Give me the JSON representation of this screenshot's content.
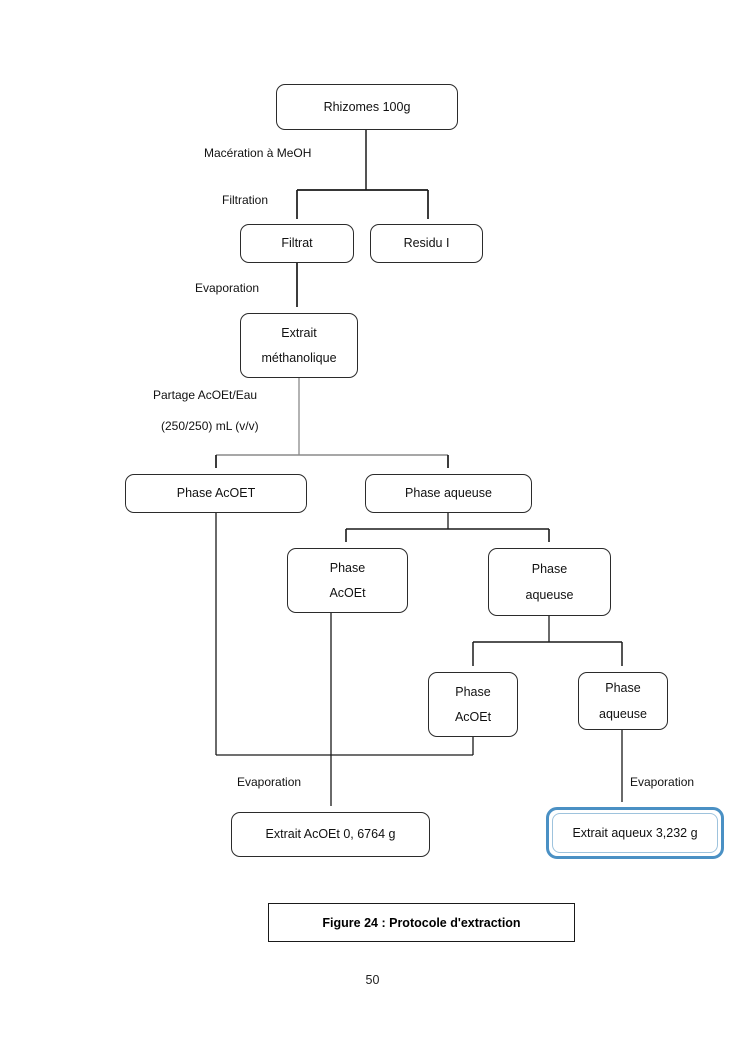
{
  "document": {
    "page_number": "50",
    "caption": "Figure 24 : Protocole d'extraction"
  },
  "diagram": {
    "type": "flowchart",
    "title": "Protocole d'extraction",
    "accent_color": "#4a90c4",
    "line_color": "#2b2b2b",
    "nodes": [
      {
        "id": "rhizomes",
        "label": "Rhizomes 100g"
      },
      {
        "id": "filtrat",
        "label": "Filtrat"
      },
      {
        "id": "residu1",
        "label": "Residu I"
      },
      {
        "id": "extrait_meoh_1",
        "label": "Extrait"
      },
      {
        "id": "extrait_meoh_2",
        "label": "méthanolique"
      },
      {
        "id": "phase_acoet_1",
        "label": "Phase AcOET"
      },
      {
        "id": "phase_aq_1",
        "label": "Phase aqueuse"
      },
      {
        "id": "phase_acoet_2a",
        "label": "Phase"
      },
      {
        "id": "phase_acoet_2b",
        "label": "AcOEt"
      },
      {
        "id": "phase_aq_2a",
        "label": "Phase"
      },
      {
        "id": "phase_aq_2b",
        "label": "aqueuse"
      },
      {
        "id": "phase_acoet_3a",
        "label": "Phase"
      },
      {
        "id": "phase_acoet_3b",
        "label": "AcOEt"
      },
      {
        "id": "phase_aq_3a",
        "label": "Phase"
      },
      {
        "id": "phase_aq_3b",
        "label": "aqueuse"
      },
      {
        "id": "extrait_acoet",
        "label": "Extrait AcOEt 0, 6764 g"
      },
      {
        "id": "extrait_aqueux",
        "label": "Extrait aqueux 3,232 g"
      }
    ],
    "edge_labels": [
      {
        "id": "maceration",
        "text": "Macération à MeOH"
      },
      {
        "id": "filtration",
        "text": "Filtration"
      },
      {
        "id": "evaporation1",
        "text": "Evaporation"
      },
      {
        "id": "partage1",
        "text": "Partage AcOEt/Eau"
      },
      {
        "id": "partage2",
        "text": "(250/250) mL (v/v)"
      },
      {
        "id": "evaporation2",
        "text": "Evaporation"
      },
      {
        "id": "evaporation3",
        "text": "Evaporation"
      }
    ]
  }
}
